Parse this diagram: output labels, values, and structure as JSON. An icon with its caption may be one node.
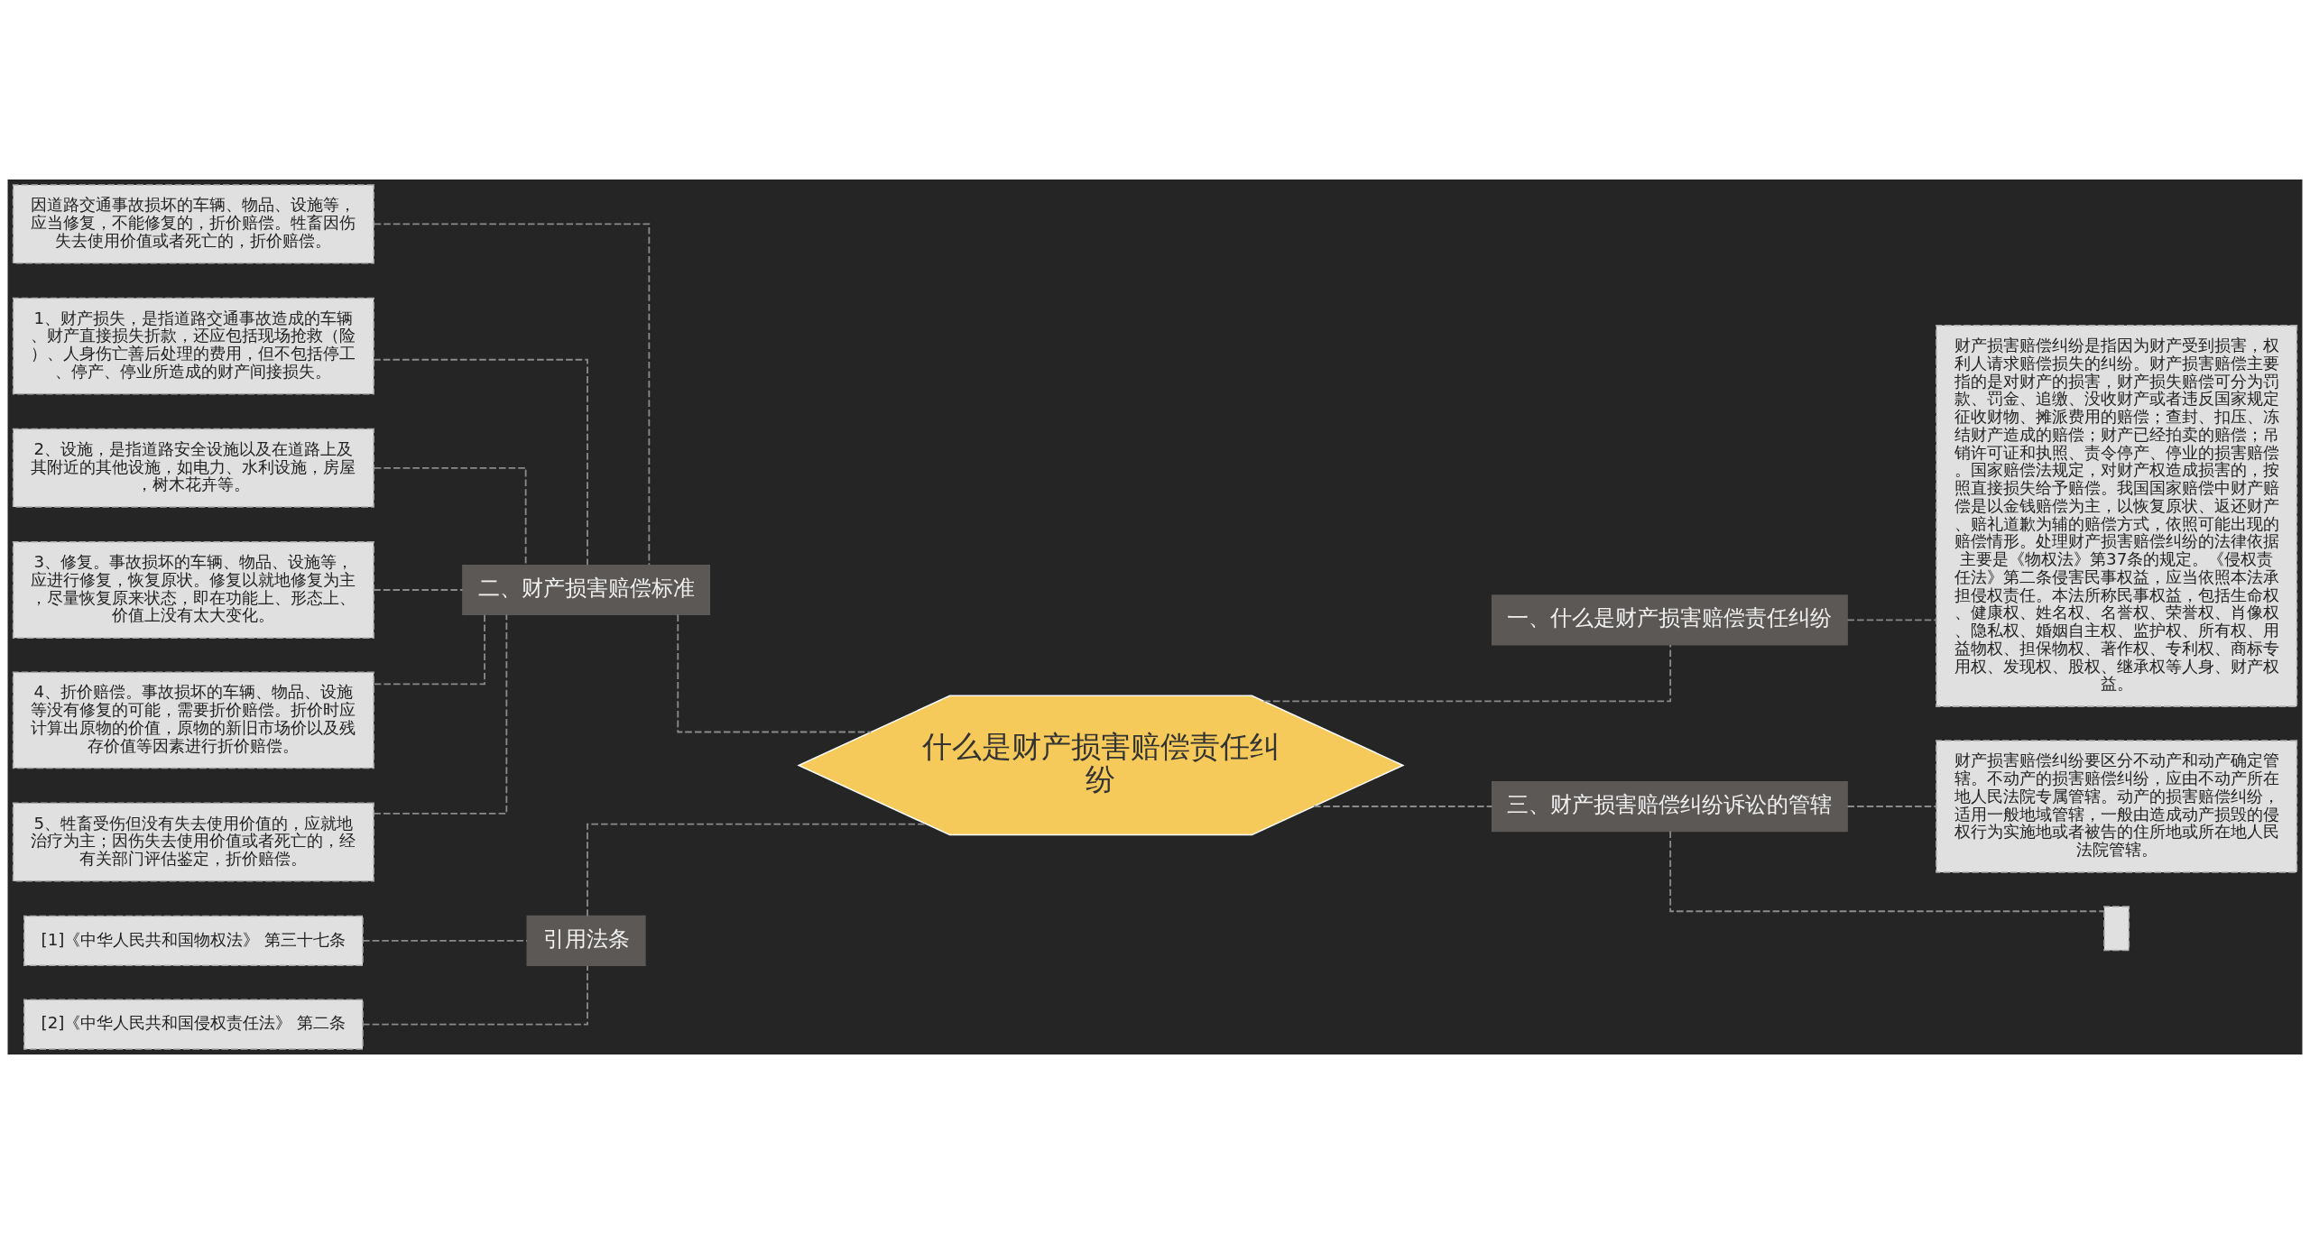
{
  "diagram": {
    "nodes": [
      {
        "text": [
          "什么是财产损害赔偿责任纠纷"
        ]
      },
      {
        "text": [
          "一、什么是财产损害赔偿责任纠纷"
        ]
      },
      {
        "text": [
          "财产损害赔偿纠纷是指因为财产受到损害，权利人请求赔偿损失的纠纷。财产损害赔偿主要指的是对财产的损害，财产损失赔偿可分为罚款、罚金、追缴、没收财产或者违反国家规定征收财物、摊派费用的赔偿；查封、扣压、冻结财产造成的赔偿；财产已经拍卖的赔偿；吊销许可证和执照、责令停产、停业的损害赔偿。国家赔偿法规定，对财产权造成损害的，按照直接损失给予赔偿。我国国家赔偿中财产赔偿是以金钱赔偿为主，以恢复原状、返还财产、赔礼道歉为辅的赔偿方式，依照可能出现的赔偿情形。处理财产损害赔偿纠纷的法律依据主要是《物权法》第37条的规定。《侵权责任法》第二条侵害民事权益，应当依照本法承担侵权责任。本法所称民事权益，包括生命权、健康权、姓名权、名誉权、荣誉权、肖像权、隐私权、婚姻自主权、监护权、所有权、用益物权、担保物权、著作权、专利权、商标专用权、发现权、股权、继承权等人身、财产权益。"
        ]
      },
      {
        "text": [
          "三、财产损害赔偿纠纷诉讼的管辖"
        ]
      },
      {
        "text": [
          "财产损害赔偿纠纷要区分不动产和动产确定管辖。不动产的损害赔偿纠纷，应由不动产所在地人民法院专属管辖。动产的损害赔偿纠纷，适用一般地域管辖，一般由造成动产损毁的侵权行为实施地或者被告的住所地或所在地人民法院管辖。"
        ]
      },
      {
        "text": [],
        "shape": "box"
      },
      {
        "text": [
          "二、财产损害赔偿标准"
        ]
      },
      {
        "text": [
          "因道路交通事故损坏的车辆、物品、设施等，应当修复，不能修复的，折价赔偿。牲畜因伤失去使用价值或者死亡的，折价赔偿。"
        ]
      },
      {
        "text": [
          "1、财产损失，是指道路交通事故造成的车辆、财产直接损失折款，还应包括现场抢救（险）、人身伤亡善后处理的费用，但不包括停工、停产、停业所造成的财产间接损失。"
        ]
      },
      {
        "text": [
          "2、设施，是指道路安全设施以及在道路上及其附近的其他设施，如电力、水利设施，房屋，树木花卉等。"
        ]
      },
      {
        "text": [
          "3、修复。事故损坏的车辆、物品、设施等，应进行修复，恢复原状。修复以就地修复为主，尽量恢复原来状态，即在功能上、形态上、价值上没有太大变化。"
        ]
      },
      {
        "text": [
          "4、折价赔偿。事故损坏的车辆、物品、设施等没有修复的可能，需要折价赔偿。折价时应计算出原物的价值，原物的新旧市场价以及残存价值等因素进行折价赔偿。"
        ]
      },
      {
        "text": [
          "5、牲畜受伤但没有失去使用价值的，应就地治疗为主；因伤失去使用价值或者死亡的，经有关部门评估鉴定，折价赔偿。"
        ]
      },
      {
        "text": [
          "引用法条"
        ]
      },
      {
        "text": [
          "[1]《中华人民共和国物权法》 第三十七条"
        ]
      },
      {
        "text": [
          "[2]《中华人民共和国侵权责任法》 第二条"
        ]
      }
    ],
    "edges": [
      {
        "from": 0,
        "to": 1,
        "arrow": "none",
        "style": "dashed"
      },
      {
        "from": 1,
        "to": 2,
        "arrow": "none",
        "style": "dashed"
      },
      {
        "from": 0,
        "to": 3,
        "arrow": "none",
        "style": "dashed"
      },
      {
        "from": 3,
        "to": 4,
        "arrow": "none",
        "style": "dashed"
      },
      {
        "from": 3,
        "to": 5,
        "arrow": "none",
        "style": "dashed"
      },
      {
        "from": 0,
        "to": 6,
        "arrow": "none",
        "style": "dashed"
      },
      {
        "from": 6,
        "to": 7,
        "arrow": "none",
        "style": "dashed"
      },
      {
        "from": 6,
        "to": 8,
        "arrow": "none",
        "style": "dashed"
      },
      {
        "from": 6,
        "to": 9,
        "arrow": "none",
        "style": "dashed"
      },
      {
        "from": 6,
        "to": 10,
        "arrow": "none",
        "style": "dashed"
      },
      {
        "from": 6,
        "to": 11,
        "arrow": "none",
        "style": "dashed"
      },
      {
        "from": 6,
        "to": 12,
        "arrow": "none",
        "style": "dashed"
      },
      {
        "from": 0,
        "to": 13,
        "arrow": "none",
        "style": "dashed"
      },
      {
        "from": 13,
        "to": 14,
        "arrow": "none",
        "style": "dashed"
      },
      {
        "from": 13,
        "to": 15,
        "arrow": "none",
        "style": "dashed"
      }
    ]
  }
}
